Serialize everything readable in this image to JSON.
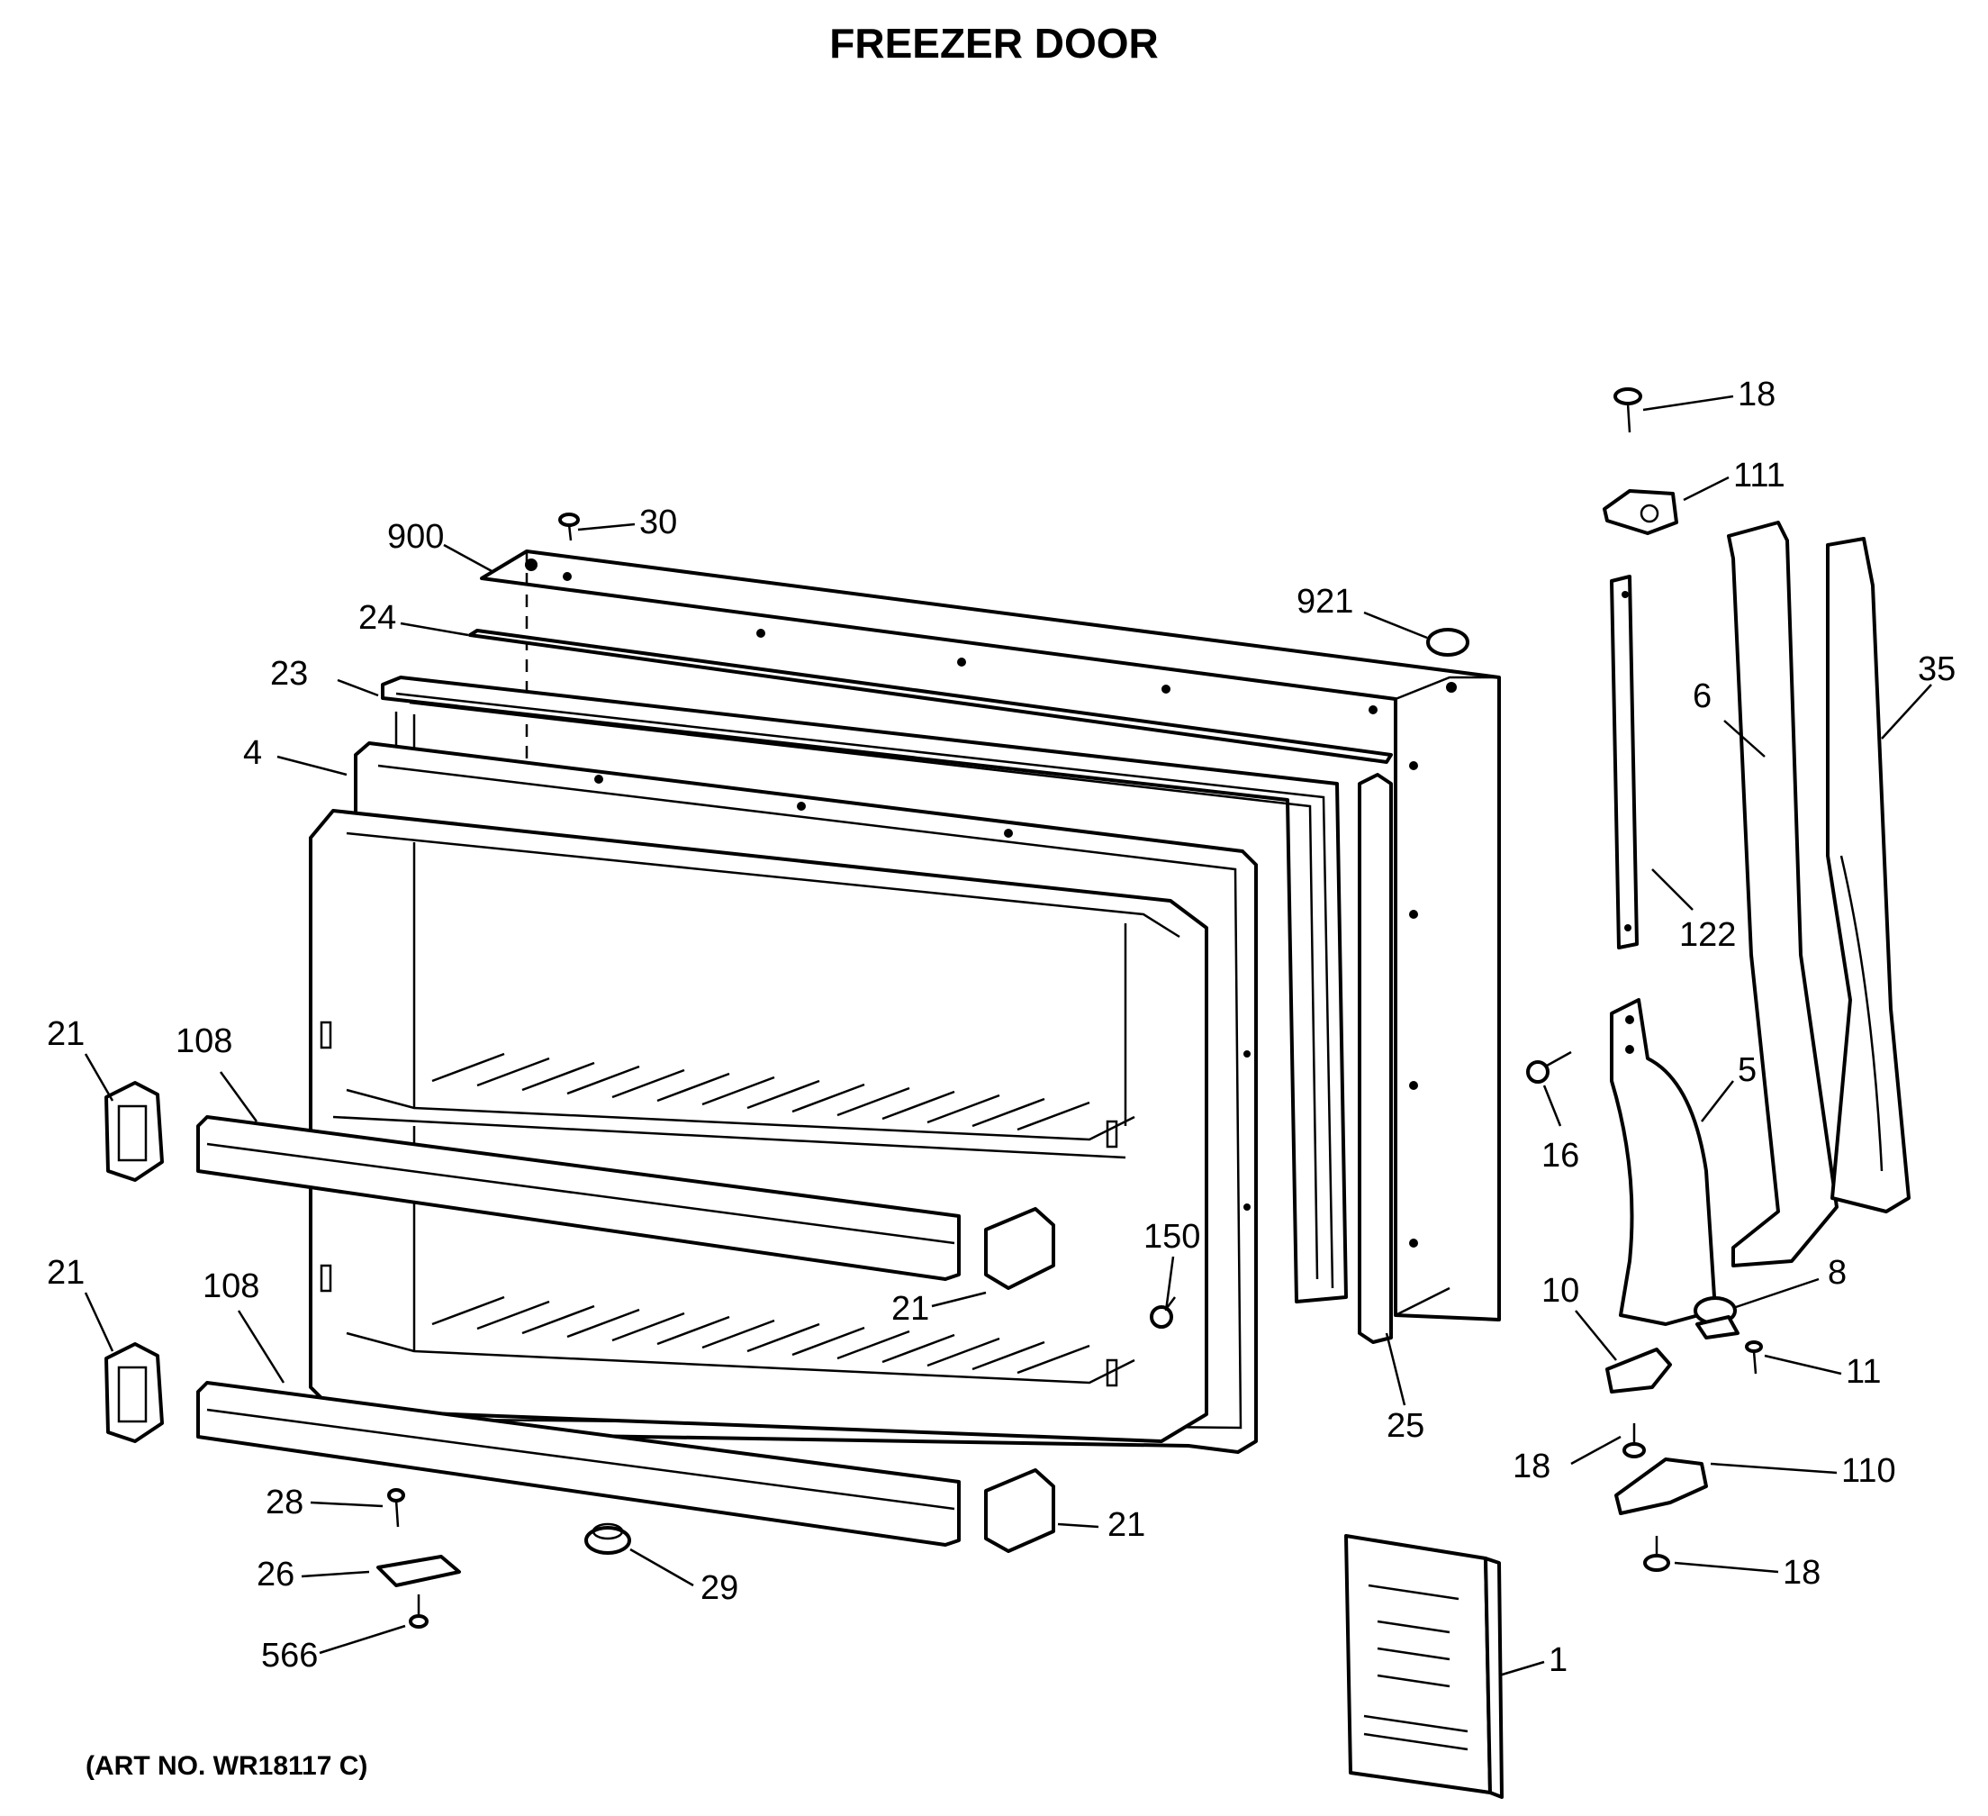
{
  "title": "FREEZER DOOR",
  "art_number": "(ART NO. WR18117 C)",
  "callouts": [
    {
      "id": "c-18-top",
      "label": "18"
    },
    {
      "id": "c-111",
      "label": "111"
    },
    {
      "id": "c-30",
      "label": "30"
    },
    {
      "id": "c-900",
      "label": "900"
    },
    {
      "id": "c-921",
      "label": "921"
    },
    {
      "id": "c-24",
      "label": "24"
    },
    {
      "id": "c-35",
      "label": "35"
    },
    {
      "id": "c-23",
      "label": "23"
    },
    {
      "id": "c-6",
      "label": "6"
    },
    {
      "id": "c-4",
      "label": "4"
    },
    {
      "id": "c-122",
      "label": "122"
    },
    {
      "id": "c-21-a",
      "label": "21"
    },
    {
      "id": "c-108-a",
      "label": "108"
    },
    {
      "id": "c-5",
      "label": "5"
    },
    {
      "id": "c-16",
      "label": "16"
    },
    {
      "id": "c-150",
      "label": "150"
    },
    {
      "id": "c-21-b",
      "label": "21"
    },
    {
      "id": "c-108-b",
      "label": "108"
    },
    {
      "id": "c-10",
      "label": "10"
    },
    {
      "id": "c-8",
      "label": "8"
    },
    {
      "id": "c-21-c",
      "label": "21"
    },
    {
      "id": "c-11",
      "label": "11"
    },
    {
      "id": "c-25",
      "label": "25"
    },
    {
      "id": "c-18-mid",
      "label": "18"
    },
    {
      "id": "c-110",
      "label": "110"
    },
    {
      "id": "c-28",
      "label": "28"
    },
    {
      "id": "c-21-d",
      "label": "21"
    },
    {
      "id": "c-26",
      "label": "26"
    },
    {
      "id": "c-29",
      "label": "29"
    },
    {
      "id": "c-18-bot",
      "label": "18"
    },
    {
      "id": "c-566",
      "label": "566"
    },
    {
      "id": "c-1",
      "label": "1"
    }
  ]
}
